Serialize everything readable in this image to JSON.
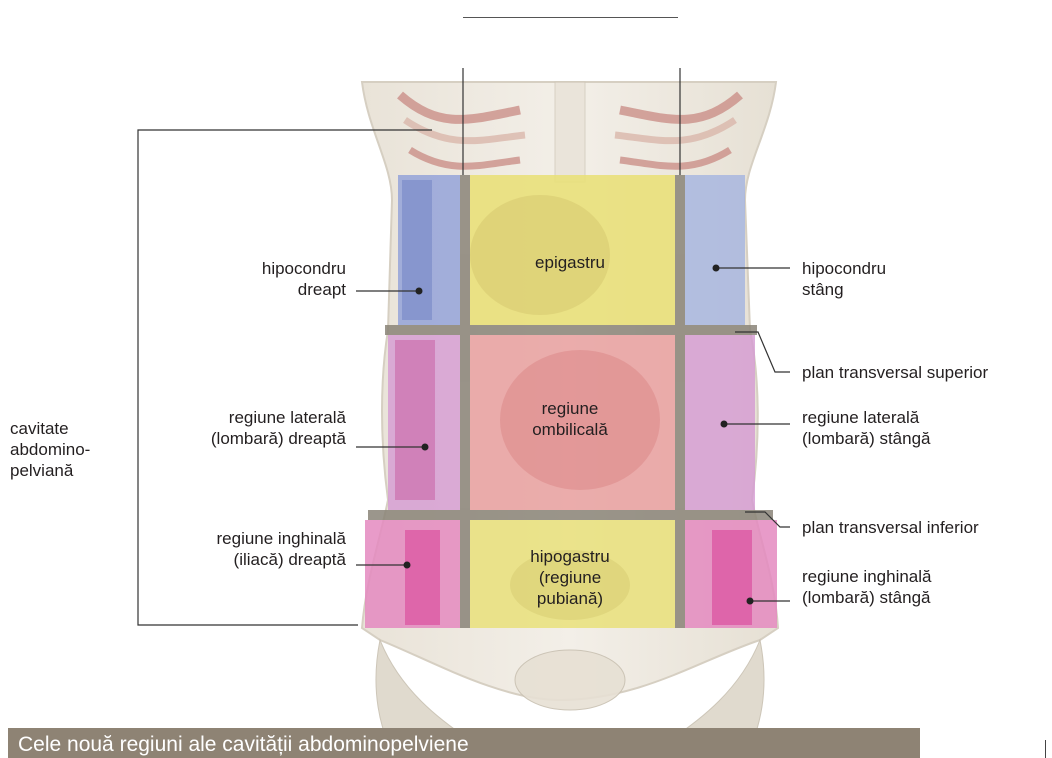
{
  "figure": {
    "caption": "Cele nouă regiuni ale cavității abdominopelviene",
    "bracket_label": "cavitate\nabdomino-\npelviană",
    "regions": {
      "hipocondru_drept": "hipocondru\ndreapt",
      "epigastru": "epigastru",
      "hipocondru_stang": "hipocondru\nstâng",
      "lateral_dreapta": "regiune laterală\n(lombară) dreaptă",
      "ombilical": "regiune\nombilicală",
      "lateral_stanga": "regiune laterală\n(lombară) stângă",
      "inghinal_dreapta": "regiune inghinală\n(iliacă) dreaptă",
      "hipogastru": "hipogastru\n(regiune\npubiană)",
      "inghinal_stanga": "regiune inghinală\n(lombară) stângă"
    },
    "planes": {
      "superior": "plan transversal superior",
      "inferior": "plan transversal inferior"
    },
    "colors": {
      "blue_region": "#8f9fd8",
      "yellow_region": "#e9e07a",
      "pink_region": "#e48ac0",
      "magenta_region": "#d8459a",
      "divider": "#8a8478",
      "caption_bar": "#8e8374"
    }
  }
}
